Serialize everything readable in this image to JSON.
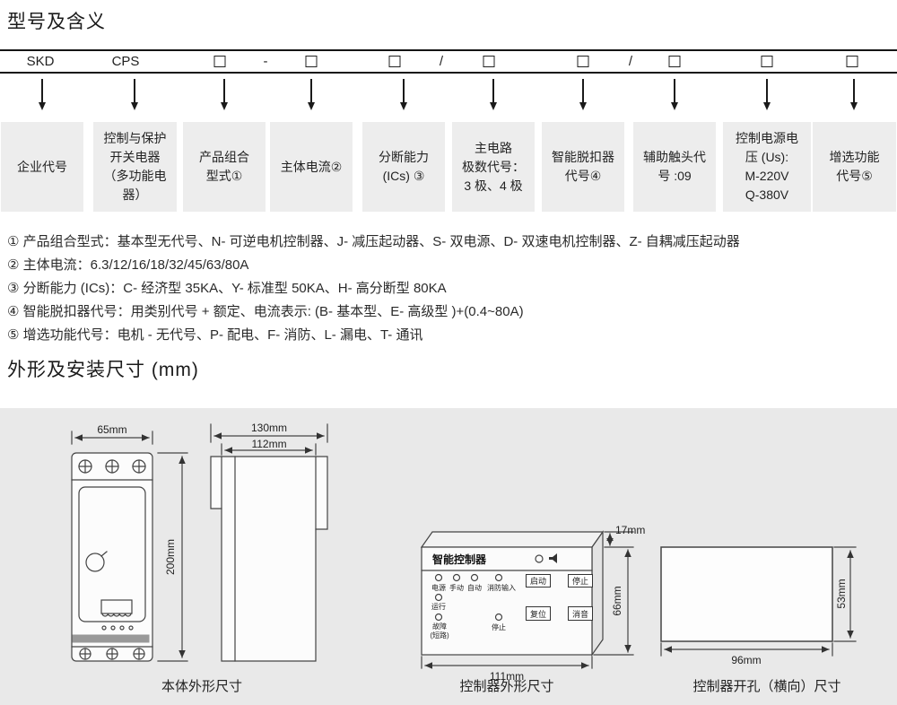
{
  "page": {
    "section1_title": "型号及含义",
    "section2_title": "外形及安装尺寸 (mm)"
  },
  "model_row": {
    "mfr": "SKD",
    "series": "CPS",
    "dash": "-",
    "slash1": "/",
    "slash2": "/",
    "placeholder_symbol": "□"
  },
  "desc_boxes": [
    "企业代号",
    "控制与保护\n开关电器\n（多功能电\n器）",
    "产品组合\n型式①",
    "主体电流②",
    "分断能力\n(ICs) ③",
    "主电路\n极数代号：\n3 极、4 极",
    "智能脱扣器\n代号④",
    "辅助触头代\n号 :09",
    "控制电源电\n压 (Us):\nM-220V\nQ-380V",
    "增选功能\n代号⑤"
  ],
  "notes": [
    "① 产品组合型式：基本型无代号、N- 可逆电机控制器、J- 减压起动器、S- 双电源、D- 双速电机控制器、Z- 自耦减压起动器",
    "② 主体电流：6.3/12/16/18/32/45/63/80A",
    "③ 分断能力 (ICs)：C- 经济型 35KA、Y- 标准型 50KA、H- 高分断型 80KA",
    "④ 智能脱扣器代号：用类别代号 + 额定、电流表示: (B- 基本型、E- 高级型 )+(0.4~80A)",
    "⑤ 增选功能代号：电机 - 无代号、P- 配电、F- 消防、L- 漏电、T- 通讯"
  ],
  "drawings": {
    "dims": {
      "body_w": "65mm",
      "body_h": "200mm",
      "side_w": "130mm",
      "side_w2": "112mm",
      "ctrl_d": "17mm",
      "ctrl_w": "111mm",
      "ctrl_h": "66mm",
      "hole_w": "96mm",
      "hole_h": "53mm"
    },
    "controller": {
      "title": "智能控制器",
      "led1": "电源",
      "led2": "手动",
      "led3": "自动",
      "led4": "消防输入",
      "run": "运行",
      "fault": "故障\n(短路)",
      "stop_led": "停止",
      "btn_start": "启动",
      "btn_stop": "停止",
      "btn_reset": "复位",
      "btn_mute": "消音"
    },
    "captions": [
      "本体外形尺寸",
      "控制器外形尺寸",
      "控制器开孔（横向）尺寸"
    ]
  }
}
